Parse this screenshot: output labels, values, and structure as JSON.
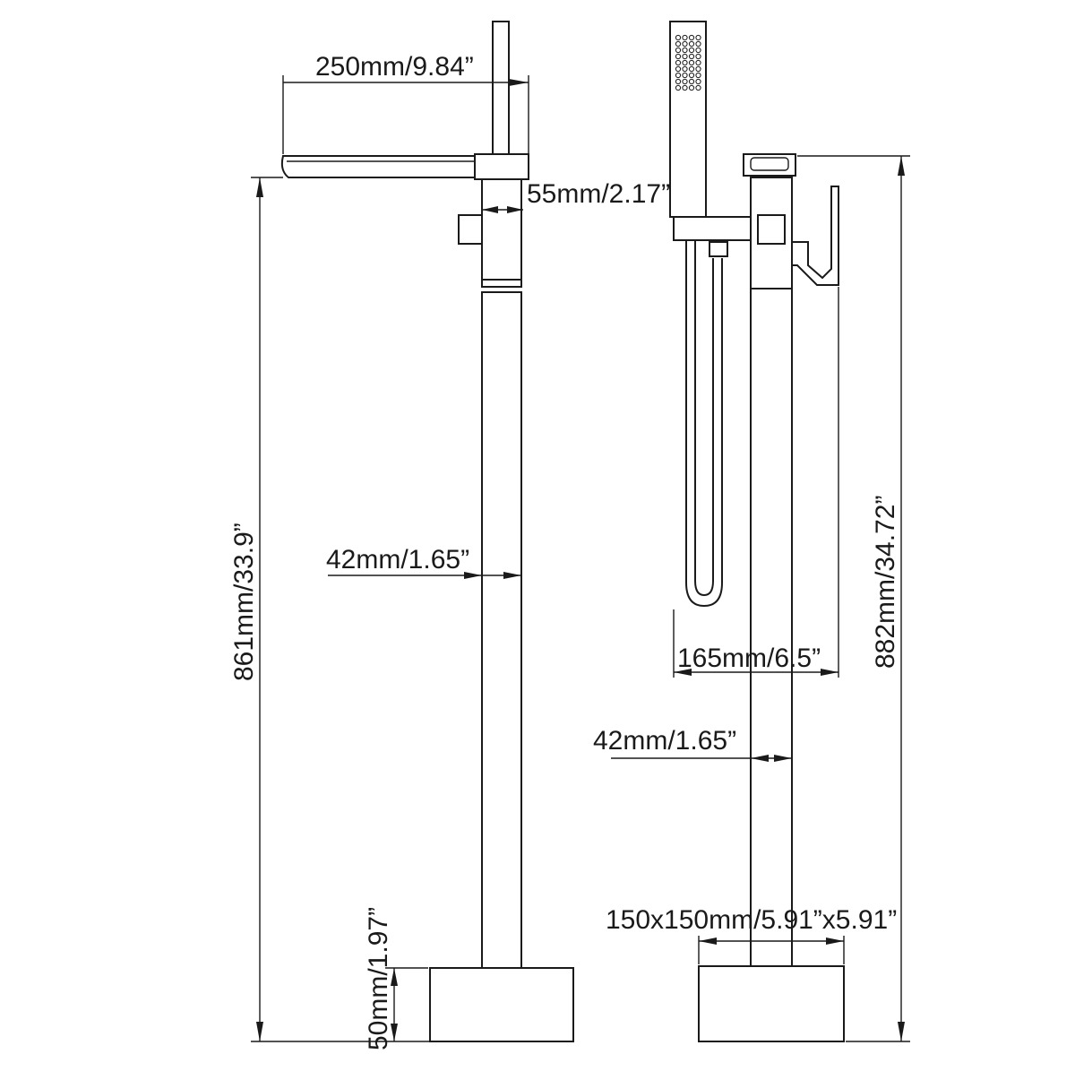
{
  "dimensions": {
    "spout_length": "250mm/9.84”",
    "mount_width": "55mm/2.17”",
    "pipe_diameter_left": "42mm/1.65”",
    "height_left": "861mm/33.9”",
    "base_height": "50mm/1.97”",
    "handle_to_shower_width": "165mm/6.5”",
    "pipe_diameter_right": "42mm/1.65”",
    "height_right": "882mm/34.72”",
    "base_size": "150x150mm/5.91”x5.91”"
  },
  "colors": {
    "line": "#1a1a1a",
    "background": "#ffffff"
  }
}
